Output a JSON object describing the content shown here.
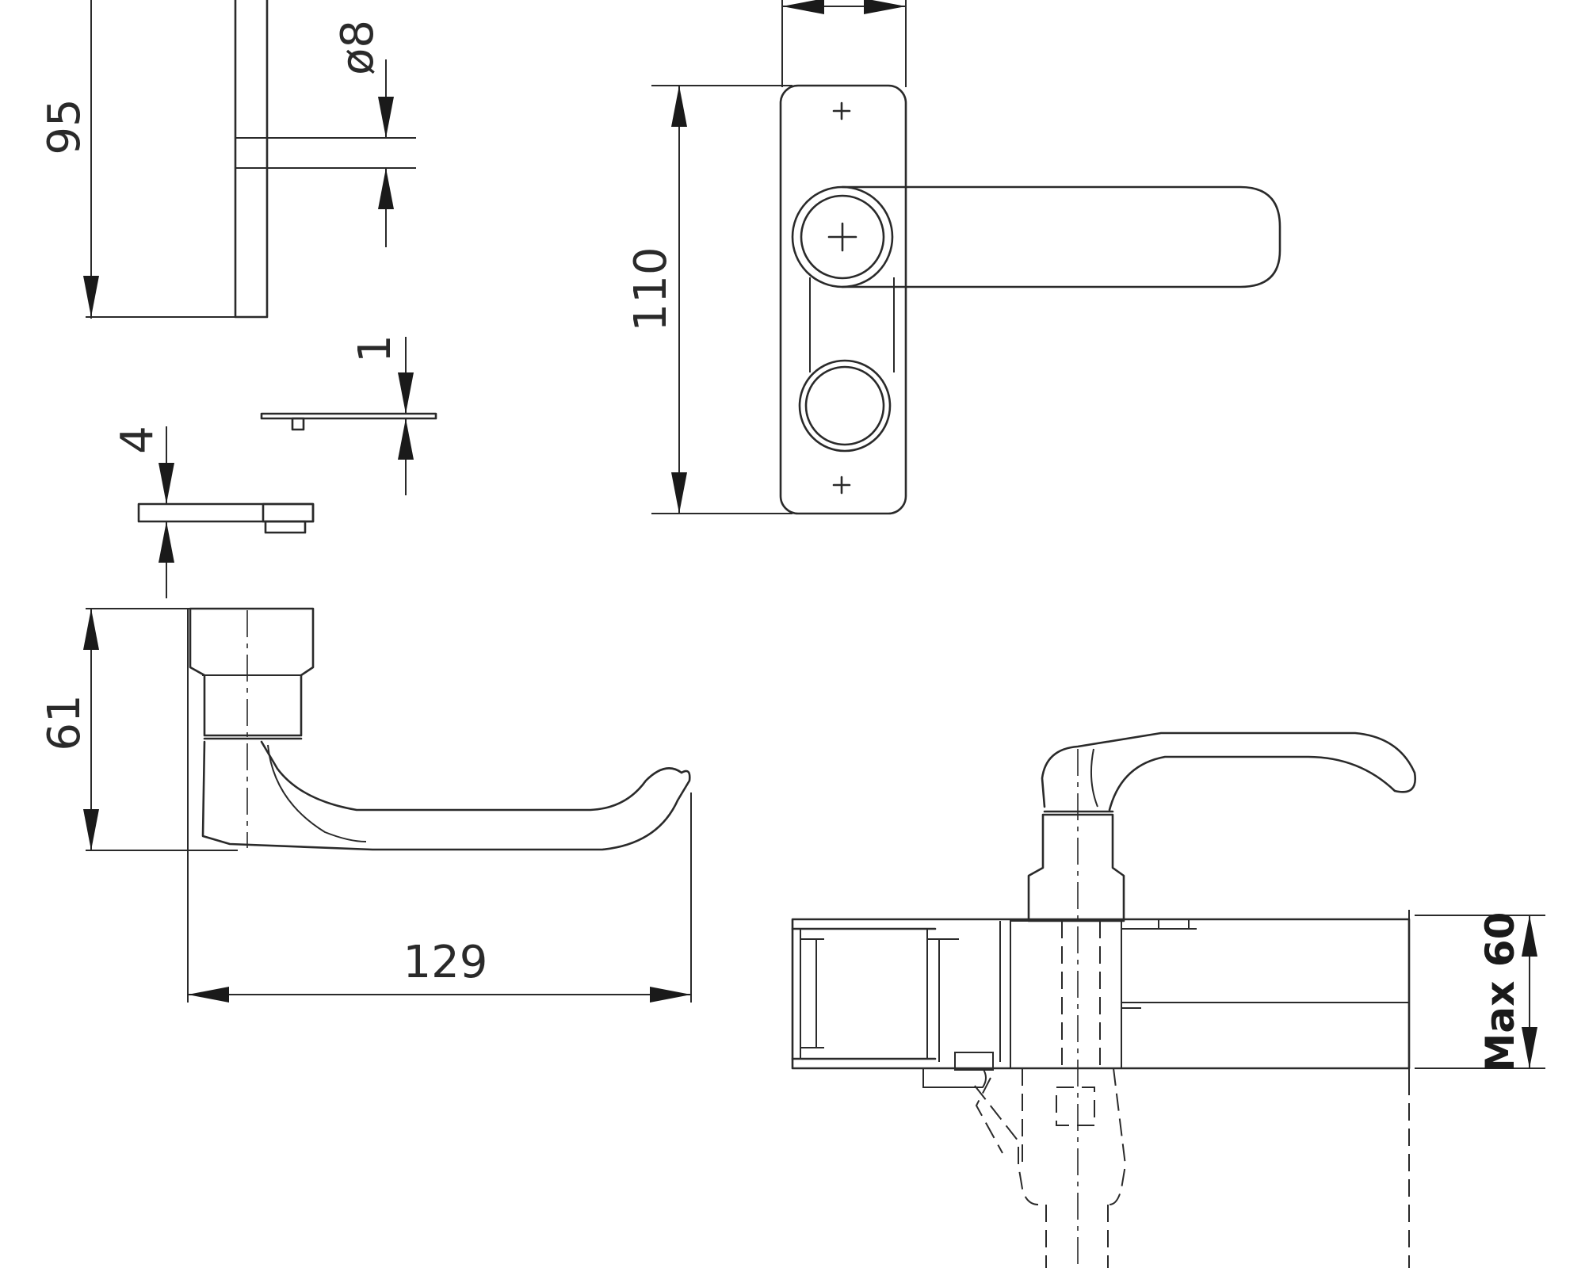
{
  "dimensions": {
    "plate_height_side": "95",
    "screw_diameter": "ø8",
    "plate_height_front": "110",
    "gasket_thickness": "1",
    "spacer_thickness": "4",
    "lever_height": "61",
    "lever_length": "129",
    "max_door_thickness": "Max 60"
  }
}
